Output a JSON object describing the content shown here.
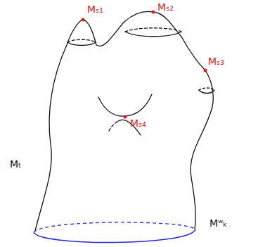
{
  "diagram": {
    "labels": [
      "Mₛ₁",
      "Mₛ₂",
      "Mₛ₃",
      "Mₛ₄",
      "Mₜ",
      "Mʷₖ"
    ]
  }
}
